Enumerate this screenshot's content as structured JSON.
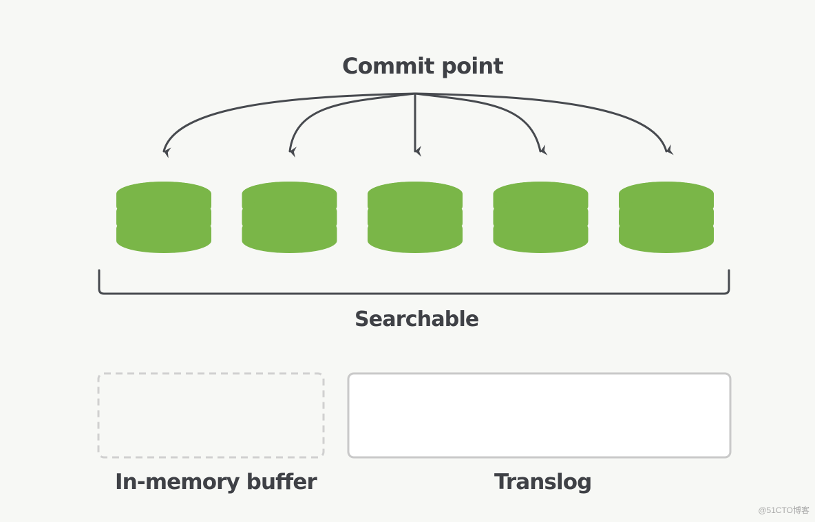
{
  "diagram": {
    "labels": {
      "commit_point": "Commit point",
      "searchable": "Searchable",
      "in_memory_buffer": "In-memory buffer",
      "translog": "Translog",
      "watermark": "@51CTO博客"
    },
    "segments": {
      "count": 5,
      "color": "#7ab648"
    },
    "colors": {
      "background": "#f7f8f5",
      "line": "#474a4f",
      "text": "#3f4146",
      "box_border": "#c9c9c9",
      "box_fill": "#ffffff",
      "buffer_border": "#d0d0d0"
    }
  }
}
